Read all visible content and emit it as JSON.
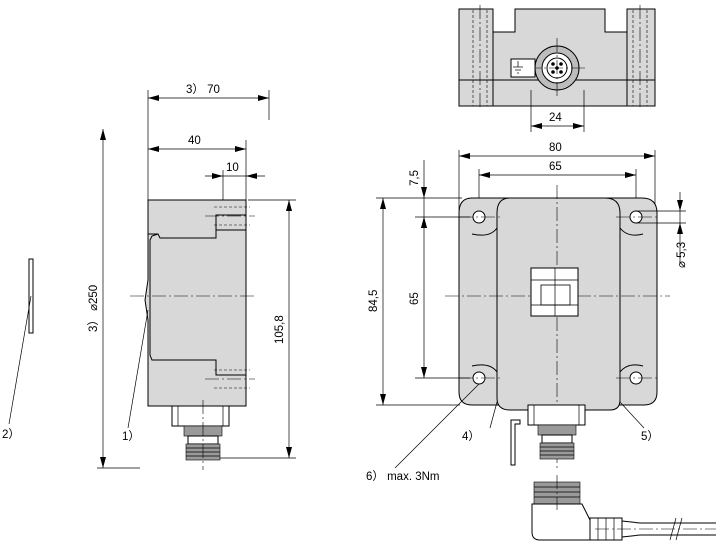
{
  "dimensions": {
    "side_width_70": "3） 70",
    "side_width_40": "40",
    "side_width_10": "10",
    "side_height_105_8": "105,8",
    "diameter_250": "3） ⌀250",
    "top_connector_24": "24",
    "front_width_80": "80",
    "front_hole_spacing_65_h": "65",
    "front_offset_7_5": "7,5",
    "front_hole_spacing_65_v": "65",
    "front_height_84_5": "84,5",
    "hole_diameter_5_3": "⌀ 5,3"
  },
  "callouts": {
    "c1": "1）",
    "c2": "2）",
    "c4": "4）",
    "c5": "5）",
    "c6": "6） max. 3Nm"
  }
}
